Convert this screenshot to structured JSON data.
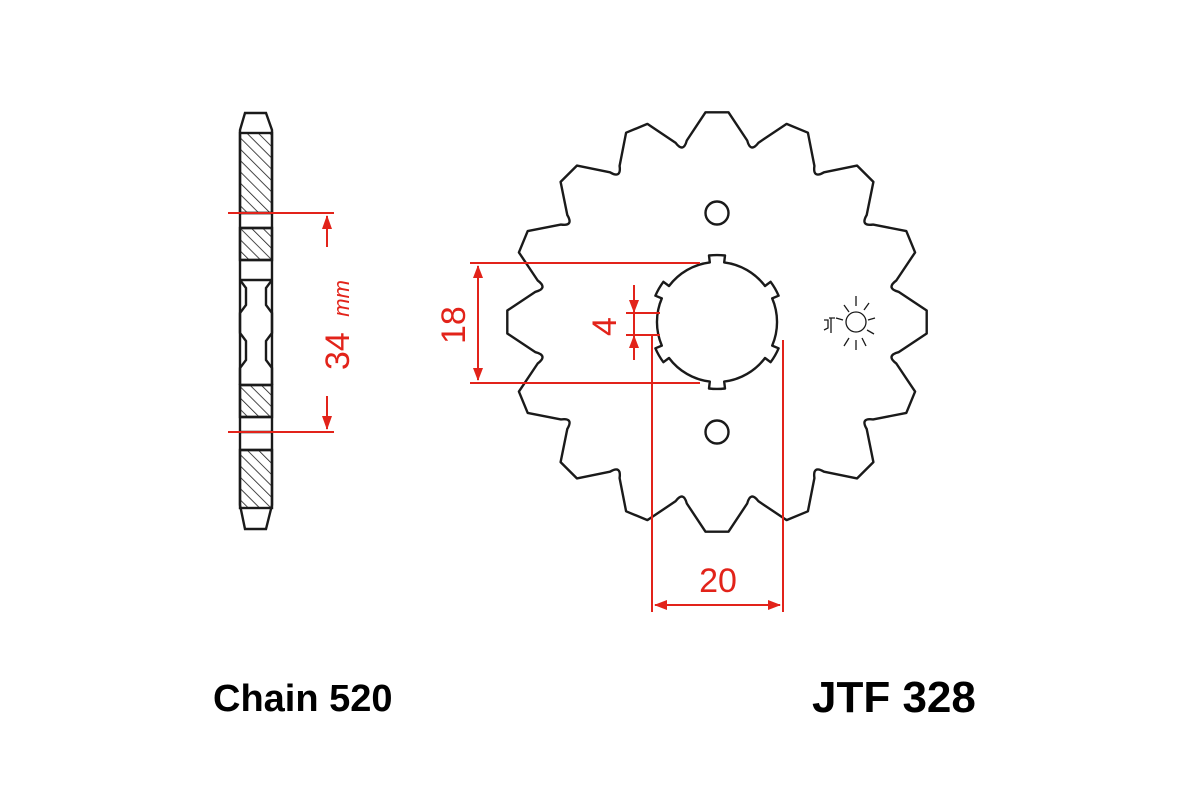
{
  "drawing": {
    "chain_label": "Chain 520",
    "part_number": "JTF 328",
    "teeth": 16,
    "dimensions": {
      "width_label": "34",
      "width_unit": "mm",
      "hub_outer_label": "18",
      "spline_depth_label": "4",
      "bore_label": "20"
    },
    "colors": {
      "outline": "#1a1a1a",
      "dimension": "#e2231a",
      "background": "#ffffff"
    },
    "icons": [
      "jt-sprocket-logo-icon"
    ]
  }
}
